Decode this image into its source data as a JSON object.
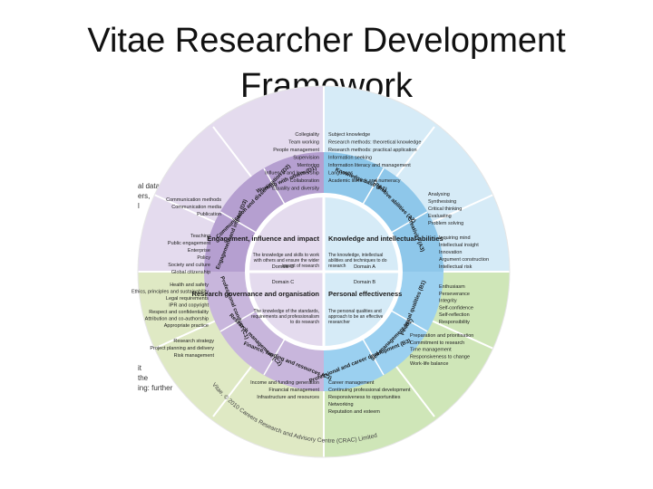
{
  "slide": {
    "title_line1": "Vitae Researcher Development",
    "title_line2": "Framework"
  },
  "colors": {
    "domain_a": "#8ec7ea",
    "domain_b": "#9bd0f0",
    "domain_c": "#c8b6dc",
    "domain_d": "#b59fd0",
    "outer_blue": "#d6ebf7",
    "outer_green": "#cfe6b8",
    "outer_purple": "#e4dbee",
    "outer_olive": "#dfe9c4",
    "center_fill": "#ffffff"
  },
  "domains": {
    "d": {
      "title": "Engagement, influence and impact",
      "desc": "The knowledge and skills to work with others and ensure the wider impact of research",
      "label": "Domain D"
    },
    "a": {
      "title": "Knowledge and intellectual abilities",
      "desc": "The knowledge, intellectual abilities and techniques to do research",
      "label": "Domain A"
    },
    "c": {
      "title": "Research governance and organisation",
      "desc": "The knowledge of the standards, requirements and professionalism to do research",
      "label": "Domain C"
    },
    "b": {
      "title": "Personal effectiveness",
      "desc": "The personal qualities and approach to be an effective researcher",
      "label": "Domain B"
    }
  },
  "subdomains": [
    {
      "label": "Working with others (D1)"
    },
    {
      "label": "Communication and dissemination (D2)"
    },
    {
      "label": "Engagement and impact (D3)"
    },
    {
      "label": "Knowledge base (A1)"
    },
    {
      "label": "Cognitive abilities (A2)"
    },
    {
      "label": "Creativity (A3)"
    },
    {
      "label": "Professional conduct (C1)"
    },
    {
      "label": "Research management (C2)"
    },
    {
      "label": "Finance, funding and resources (C3)"
    },
    {
      "label": "Personal qualities (B1)"
    },
    {
      "label": "Self-management (B2)"
    },
    {
      "label": "Professional and career development (B3)"
    }
  ],
  "outer_groups": {
    "top_left": [
      "Collegiality",
      "Team working",
      "People management",
      "Supervision",
      "Mentoring",
      "Influence and leadership",
      "Collaboration",
      "Equality and diversity"
    ],
    "top_right": [
      "Subject knowledge",
      "Research methods: theoretical knowledge",
      "Research methods: practical application",
      "Information seeking",
      "Information literacy and management",
      "Languages",
      "Academic literacy and numeracy"
    ],
    "left_upper": [
      "Communication methods",
      "Communication media",
      "Publication"
    ],
    "left_lower": [
      "Teaching",
      "Public engagement",
      "Enterprise",
      "Policy",
      "Society and culture",
      "Global citizenship"
    ],
    "right_upper": [
      "Analysing",
      "Synthesising",
      "Critical thinking",
      "Evaluating",
      "Problem solving"
    ],
    "right_lower": [
      "Inquiring mind",
      "Intellectual insight",
      "Innovation",
      "Argument construction",
      "Intellectual risk"
    ],
    "mid_left": [
      "Health and safety",
      "Ethics, principles and sustainability",
      "Legal requirements",
      "IPR and copyright",
      "Respect and confidentiality",
      "Attribution and co-authorship",
      "Appropriate practice"
    ],
    "mid_right": [
      "Enthusiasm",
      "Perseverance",
      "Integrity",
      "Self-confidence",
      "Self-reflection",
      "Responsibility"
    ],
    "bottom_left_upper": [
      "Research strategy",
      "Project planning and delivery",
      "Risk management"
    ],
    "bottom_left_lower": [
      "Income and funding generation",
      "Financial management",
      "Infrastructure and resources"
    ],
    "bottom_right_upper": [
      "Preparation and prioritisation",
      "Commitment to research",
      "Time management",
      "Responsiveness to change",
      "Work-life balance"
    ],
    "bottom_right_lower": [
      "Career management",
      "Continuing professional development",
      "Responsiveness to opportunities",
      "Networking",
      "Reputation and esteem"
    ]
  },
  "copyright": "Vitae, © 2010 Careers Research and Advisory Centre (CRAC) Limited",
  "edge_fragments": [
    "al data,",
    "ers,",
    "l",
    "it",
    "the",
    "ing: further"
  ]
}
